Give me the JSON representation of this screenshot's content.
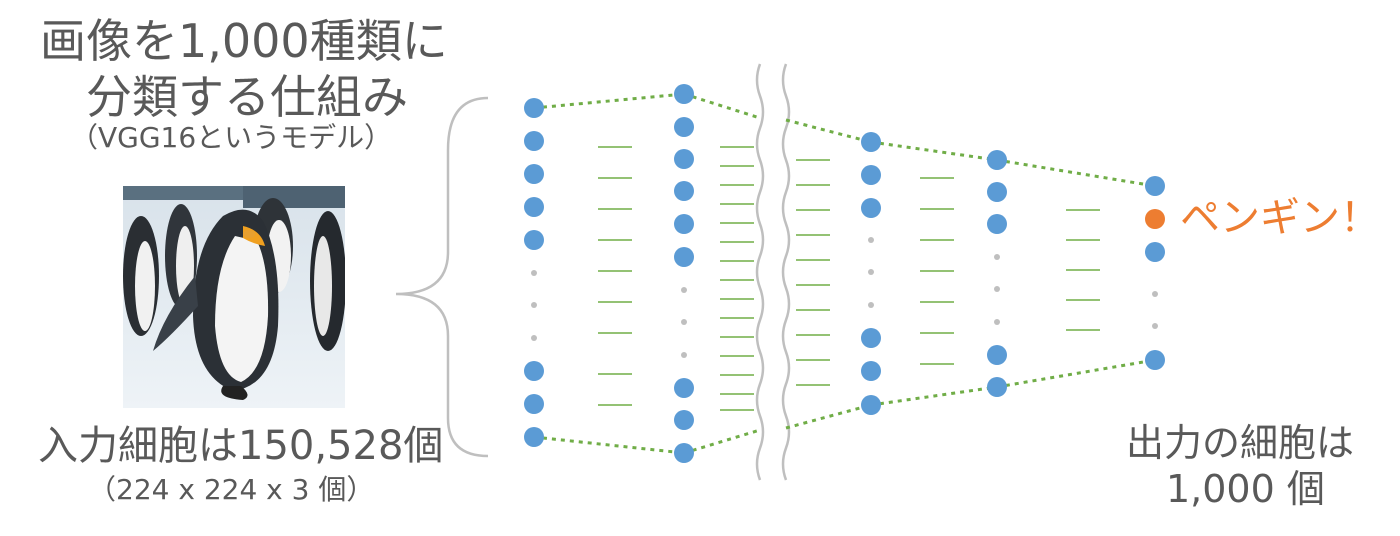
{
  "title": {
    "line1": "画像を1,000種類に",
    "line2": "分類する仕組み",
    "model_note": "（VGG16というモデル）"
  },
  "input": {
    "count_label": "入力細胞は150,528個",
    "dims_label": "（224 x 224 x 3 個）"
  },
  "output": {
    "count_line1": "出力の細胞は",
    "count_line2": "1,000 個"
  },
  "result": {
    "label": "ペンギン！"
  },
  "colors": {
    "node": "#5b9bd5",
    "highlight_node": "#ed7d31",
    "connection": "#70ad47",
    "ellipsis_dot": "#bfbfbf",
    "text": "#595959",
    "result_text": "#ed7d31",
    "break_line": "#bfbfbf"
  },
  "icons": {
    "input_image": "penguin-photo-icon",
    "layer_break": "wavy-break-icon",
    "brace": "curly-brace-icon"
  }
}
